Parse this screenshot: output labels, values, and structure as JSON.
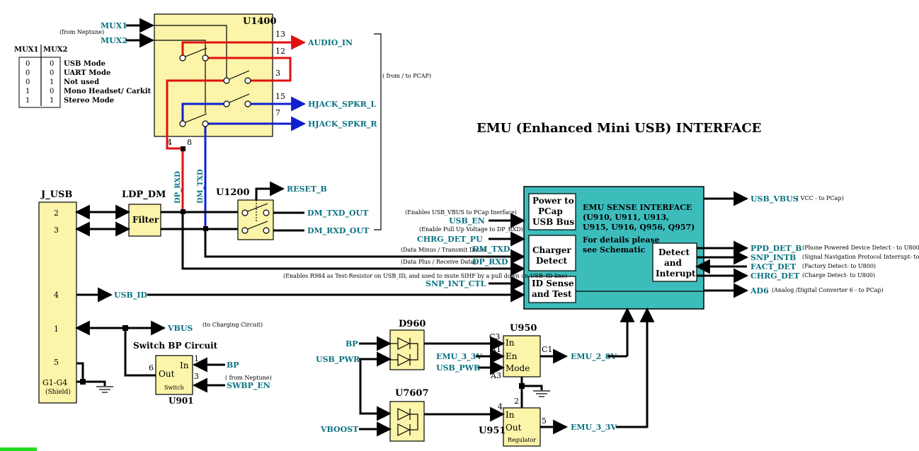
{
  "title": "EMU (Enhanced Mini USB) INTERFACE",
  "components": {
    "u1400": "U1400",
    "u1200": "U1200",
    "j_usb": "J_USB",
    "ldp_dm": "LDP_DM",
    "filter": "Filter",
    "d960": "D960",
    "u7607": "U7607",
    "u950": "U950",
    "u951": "U951",
    "u901": "U901",
    "switch_bp_circuit": "Switch BP Circuit",
    "regulator": "Regulator",
    "switch": "Switch"
  },
  "mux_table": {
    "headers": [
      "MUX1",
      "MUX2"
    ],
    "rows": [
      {
        "mux1": "0",
        "mux2": "0",
        "mode": "USB Mode"
      },
      {
        "mux1": "0",
        "mux2": "0",
        "mode": "UART Mode"
      },
      {
        "mux1": "0",
        "mux2": "1",
        "mode": "Not used"
      },
      {
        "mux1": "1",
        "mux2": "0",
        "mode": "Mono Headset/ Carkit"
      },
      {
        "mux1": "1",
        "mux2": "1",
        "mode": "Stereo Mode"
      }
    ]
  },
  "signals": {
    "mux1": "MUX1",
    "mux2": "MUX2",
    "from_neptune": "(from Neptune)",
    "audio_in": "AUDIO_IN",
    "hjack_spkr_l": "HJACK_SPKR_L",
    "hjack_spkr_r": "HJACK_SPKR_R",
    "from_to_pcap": "( from / to PCAP)",
    "reset_b": "RESET_B",
    "dm_txd_out": "DM_TXD_OUT",
    "dm_rxd_out": "DM_RXD_OUT",
    "dp_rxd": "DP_RXD",
    "dm_txd_vertical": "DM_TXD",
    "usb_en": "USB_EN",
    "usb_en_note": "(Enables USB_VBUS to PCap Inerface)",
    "chrg_det_pu": "CHRG_DET_PU",
    "chrg_det_pu_note": "(Enable Pull Up Voltage to DP_RXD)",
    "dm_txd": "DM_TXD",
    "dm_txd_note": "(Data Minus / Transmit Data)",
    "dp_rxd_h": "DP_RXD",
    "dp_rxd_note": "(Data Plus / Receive Data)",
    "snp_int_ctl": "SNP_INT_CTL",
    "snp_int_ctl_note": "(Enables R984 as Test-Resistor on USB_ID, and used to mute SIHF by a pull down on USB_ID line)",
    "usb_id": "USB_ID",
    "vbus": "VBUS",
    "vbus_note": "(to Charging Circuit)",
    "bp": "BP",
    "swbp_en": "SWBP_EN",
    "from_neptune2": "( from Neptune)",
    "usb_pwr": "USB_PWR",
    "vboost": "VBOOST",
    "emu_3_3v": "EMU_3_3V",
    "usb_pwr2": "USB_PWR",
    "emu_2_8v": "EMU_2_8V",
    "emu_3_3v_out": "EMU_3_3V",
    "usb_vbus": "USB_VBUS",
    "usb_vbus_note": "( VCC - to PCap)",
    "ppd_det_b": "PPD_DET_B",
    "ppd_det_b_note": "(Phone Powered Device Detect - to U800)",
    "snp_intb": "SNP_INTB",
    "snp_intb_note": "(Signal Navigation Protocol Interrupt- to U800)",
    "fact_det": "FACT_DET",
    "fact_det_note": "(Factory Detect- to U800)",
    "chrg_det": "CHRG_DET",
    "chrg_det_note": "(Charge Detect- to U800)",
    "ad6": "AD6",
    "ad6_note": "(Analog /Digital Converter 6 - to PCap)"
  },
  "emu_block": {
    "power_line1": "Power to",
    "power_line2": "PCap",
    "power_line3": "USB Bus",
    "charger_line1": "Charger",
    "charger_line2": "Detect",
    "id_line1": "ID Sense",
    "id_line2": "and Test",
    "detect_line1": "Detect",
    "detect_line2": "and",
    "detect_line3": "Interupt",
    "sense_line1": "EMU SENSE INTERFACE",
    "sense_line2": "(U910, U911, U913,",
    "sense_line3": "U915, U916, Q956, Q957)",
    "details_line1": "For details please",
    "details_line2": "see Schematic"
  },
  "pins": {
    "u1400_13": "13",
    "u1400_12": "12",
    "u1400_3": "3",
    "u1400_15": "15",
    "u1400_7": "7",
    "u1400_4": "4",
    "u1400_8": "8",
    "j2": "2",
    "j3": "3",
    "j4": "4",
    "j1": "1",
    "j5": "5",
    "shield": "G1-G4",
    "shield_note": "(Shield)",
    "u901_1": "1",
    "u901_3": "3",
    "u901_6": "6",
    "u950_c3": "C3",
    "u950_a1": "A1",
    "u950_a3": "A3",
    "u950_c1": "C1",
    "u951_4": "4",
    "u951_2": "2",
    "u951_5": "5"
  },
  "labels": {
    "in": "In",
    "out": "Out",
    "en": "En",
    "mode": "Mode",
    "u950_in": "In",
    "u951_in": "In",
    "u951_out": "Out"
  },
  "colors": {
    "block_fill": "#fbf4a9",
    "emu_fill": "#3dbcbc",
    "signal_text": "#0c7383",
    "red_trace": "#e01010",
    "blue_trace": "#1020d0"
  }
}
